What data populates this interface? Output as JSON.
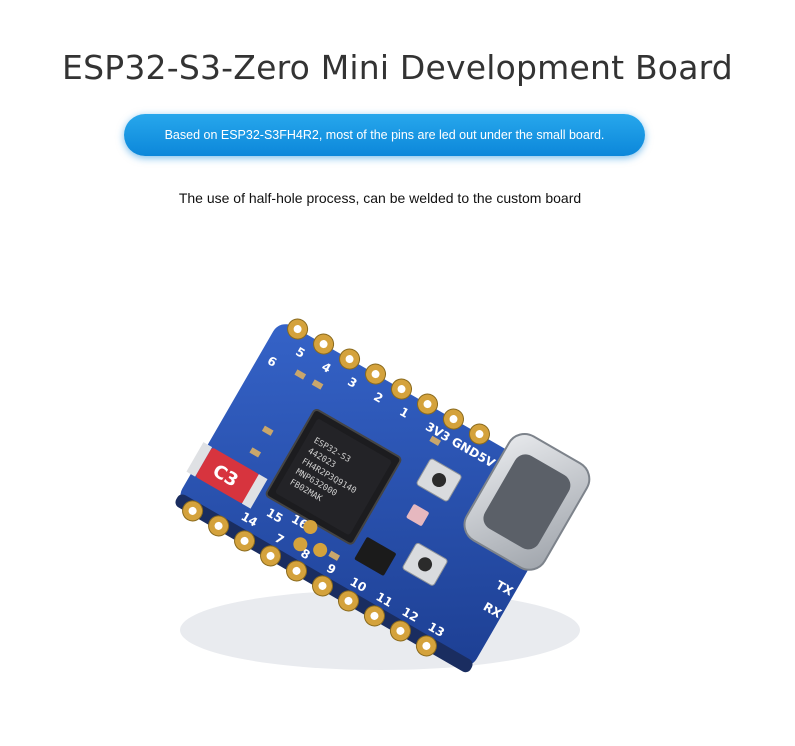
{
  "header": {
    "title": "ESP32-S3-Zero Mini Development Board",
    "highlight": "Based on ESP32-S3FH4R2, most of the pins are led out under the small board.",
    "subtitle": "The use of half-hole process, can be welded to the custom board"
  },
  "board": {
    "chip_lines": [
      "ESP32-S3",
      "442023",
      "FH4R2P3Q9140",
      "MNP632000",
      "FB02MAK"
    ],
    "badge": "C3",
    "pin_labels_left": [
      "GND",
      "3V3",
      "1",
      "2",
      "3",
      "4",
      "5",
      "6"
    ],
    "pin_labels_right": [
      "5V",
      "TX",
      "RX",
      "13",
      "12",
      "11",
      "10",
      "9",
      "8",
      "7"
    ],
    "pin_labels_bottom": [
      "16",
      "15",
      "14"
    ],
    "colors": {
      "pcb": "#2a55b8",
      "gold": "#d4a23c",
      "usb": "#c9ccd1"
    }
  }
}
